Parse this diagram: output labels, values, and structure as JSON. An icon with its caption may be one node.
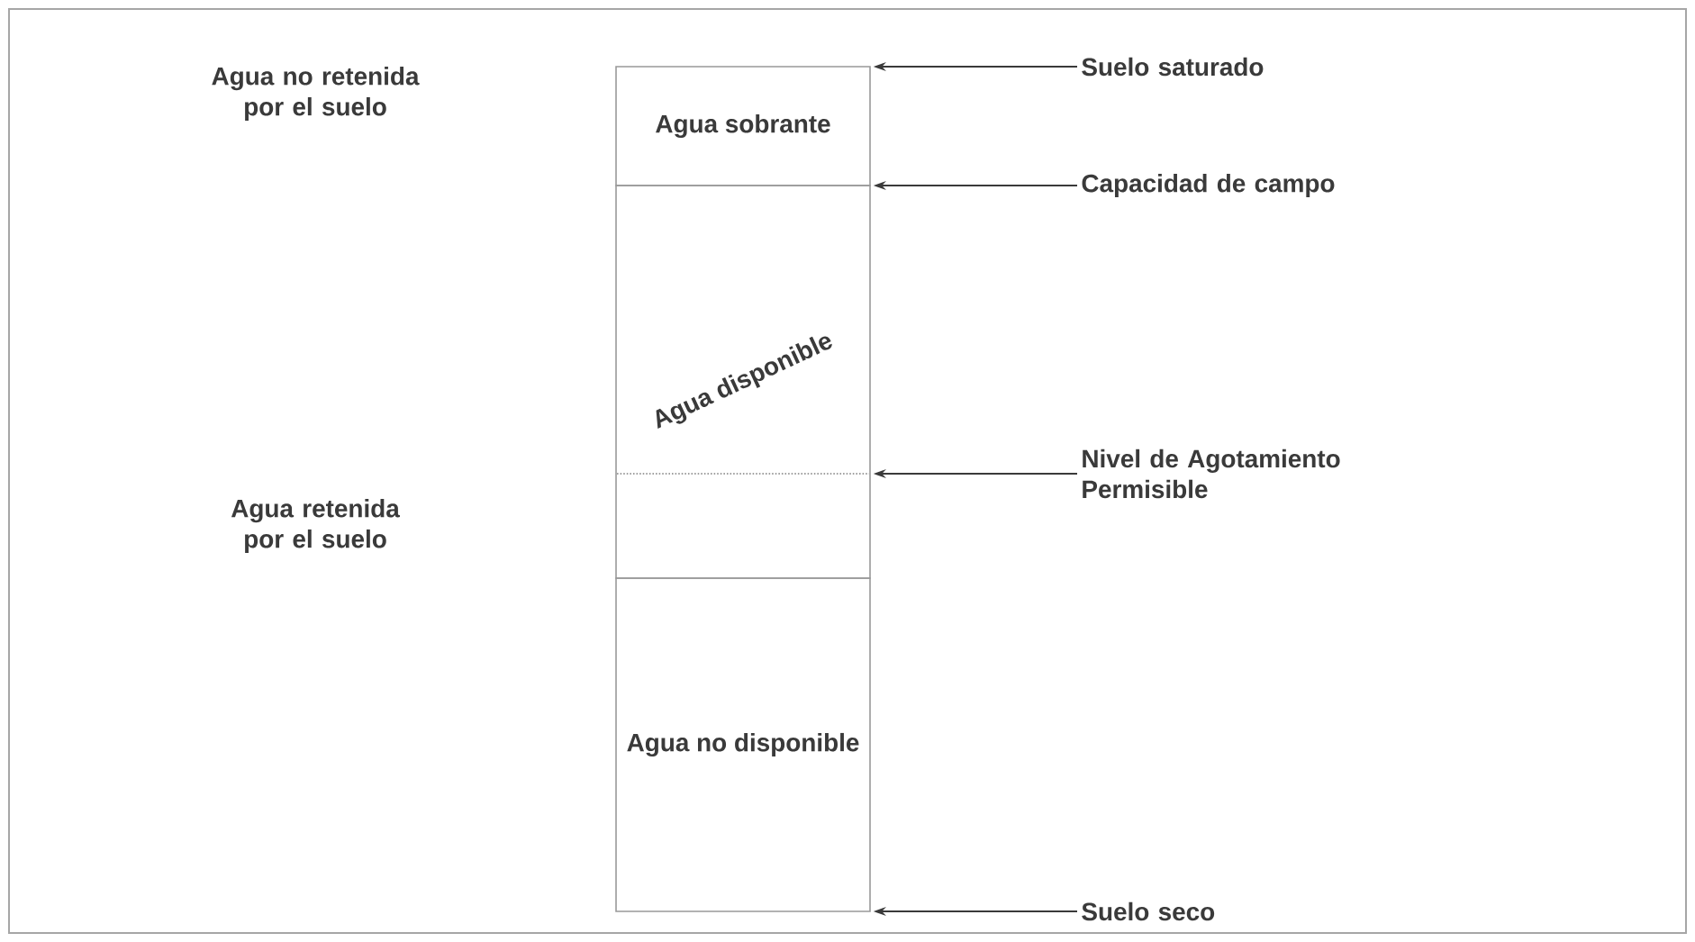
{
  "diagram": {
    "nodes": [
      {
        "text": [
          "Agua sobrante"
        ]
      },
      {
        "text": [
          "Agua disponible"
        ]
      },
      {
        "text": [
          "Agua no disponible"
        ]
      },
      {
        "text": [
          "Suelo saturado"
        ]
      },
      {
        "text": [
          "Capacidad de campo"
        ]
      },
      {
        "text": [
          "Nivel de Agotamiento Permisible"
        ]
      },
      {
        "text": [
          "Suelo seco"
        ]
      }
    ],
    "edges": [
      {
        "from": 3,
        "to": 0,
        "arrow": "to"
      },
      {
        "from": 4,
        "to": 0,
        "arrow": "to"
      },
      {
        "from": 5,
        "to": 1,
        "arrow": "to"
      },
      {
        "from": 6,
        "to": 2,
        "arrow": "to"
      }
    ],
    "labels": [
      "Agua no retenida por el suelo",
      "Agua retenida por el suelo"
    ]
  }
}
